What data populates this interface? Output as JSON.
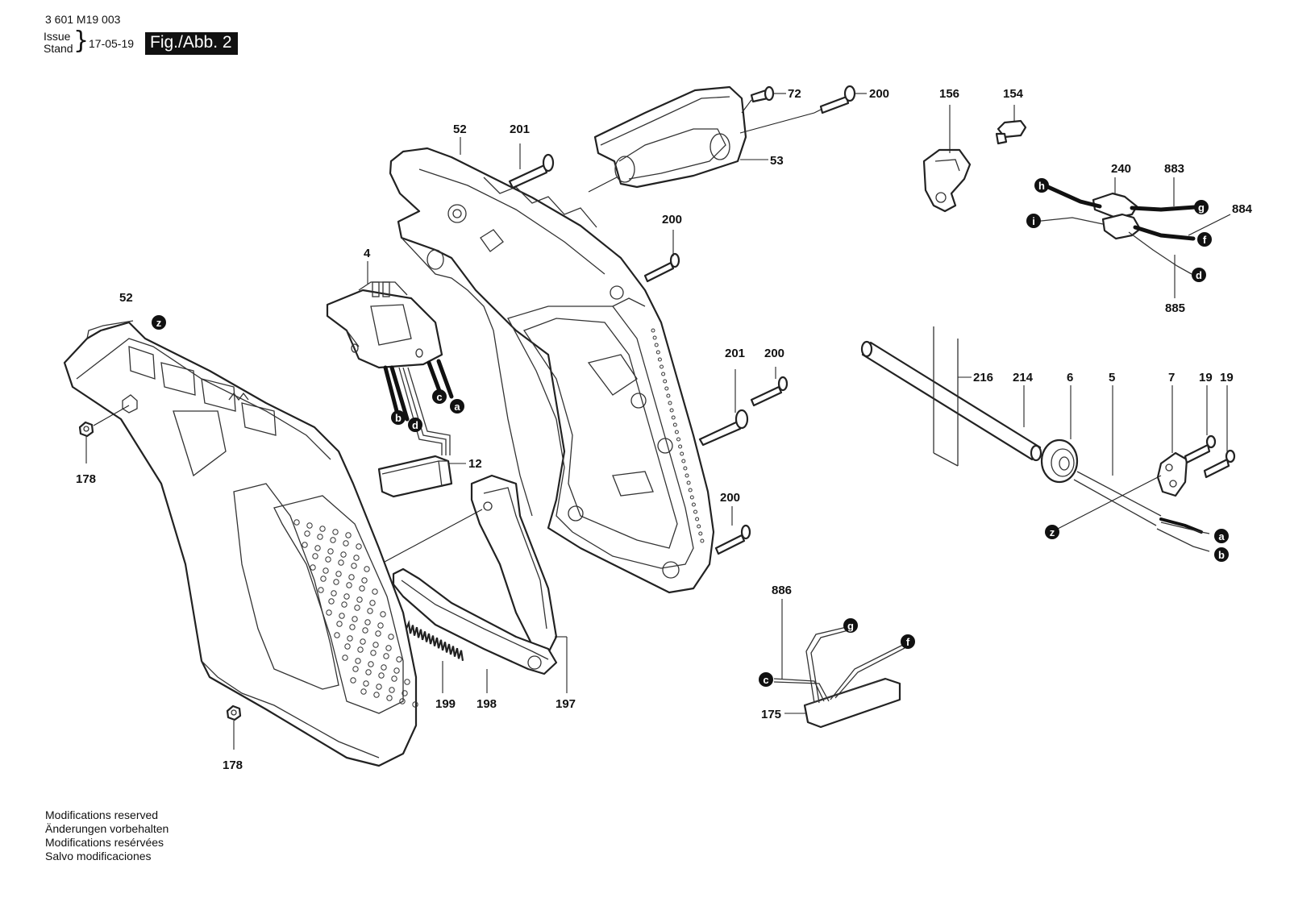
{
  "header": {
    "document_number": "3 601 M19 003",
    "issue_label": "Issue",
    "stand_label": "Stand",
    "brace": "}",
    "date": "17-05-19",
    "figure": "Fig./Abb. 2"
  },
  "part_labels": {
    "p52_top": "52",
    "p201_top": "201",
    "p72": "72",
    "p200_top": "200",
    "p53": "53",
    "p156": "156",
    "p154": "154",
    "p240": "240",
    "p883": "883",
    "p884": "884",
    "p885": "885",
    "p200_mid": "200",
    "p4": "4",
    "p52_left": "52",
    "p12": "12",
    "p178_top": "178",
    "p178_bottom": "178",
    "p201_mid": "201",
    "p200_mid2": "200",
    "p200_bottom": "200",
    "p216": "216",
    "p214": "214",
    "p6": "6",
    "p5": "5",
    "p7": "7",
    "p19_a": "19",
    "p19_b": "19",
    "p886": "886",
    "p175": "175",
    "p199": "199",
    "p198": "198",
    "p197": "197"
  },
  "wire_markers": {
    "z_left": "z",
    "c_switch": "c",
    "a_switch": "a",
    "b_switch": "b",
    "d_switch": "d",
    "h": "h",
    "g_top": "g",
    "i": "i",
    "f_top": "f",
    "d_right": "d",
    "z_right": "z",
    "a_cable": "a",
    "b_cable": "b",
    "g_cap": "g",
    "f_cap": "f",
    "c_cap": "c"
  },
  "notes": [
    "Modifications reserved",
    "Änderungen vorbehalten",
    "Modifications resérvées",
    "Salvo modificaciones"
  ]
}
